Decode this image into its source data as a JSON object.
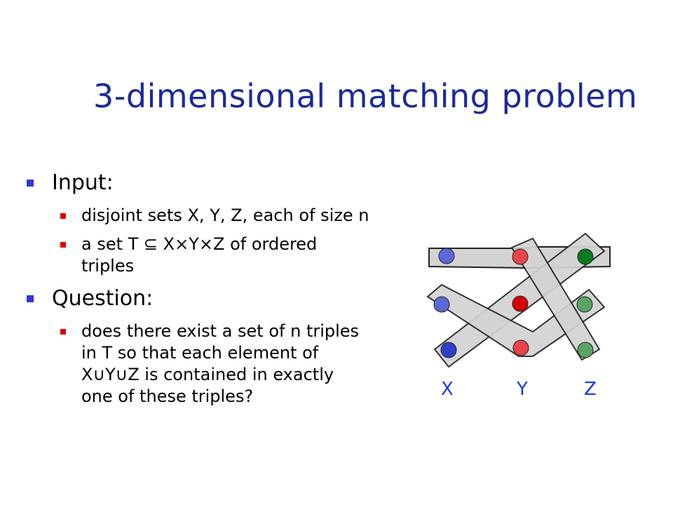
{
  "title": "3-dimensional matching problem",
  "bullets": [
    {
      "text": "Input:"
    },
    {
      "text": "disjoint sets X, Y, Z, each of size n"
    },
    {
      "text": "a set T ⊆ X×Y×Z of ordered triples"
    },
    {
      "text": "Question:"
    },
    {
      "text": "does there exist a set of n triples in T so that each element of X∪Y∪Z is contained in exactly one of these triples?"
    }
  ],
  "diagram": {
    "labels": [
      "X",
      "Y",
      "Z"
    ],
    "colors": {
      "x_node": "#5b68d8",
      "x_node_dark": "#2f3ec7",
      "y_node": "#e8444a",
      "y_node_dark": "#d50000",
      "z_node": "#5aa564",
      "z_node_dark": "#0b7a1e",
      "band": "#d3d3d3",
      "band_stroke": "#222222"
    }
  }
}
